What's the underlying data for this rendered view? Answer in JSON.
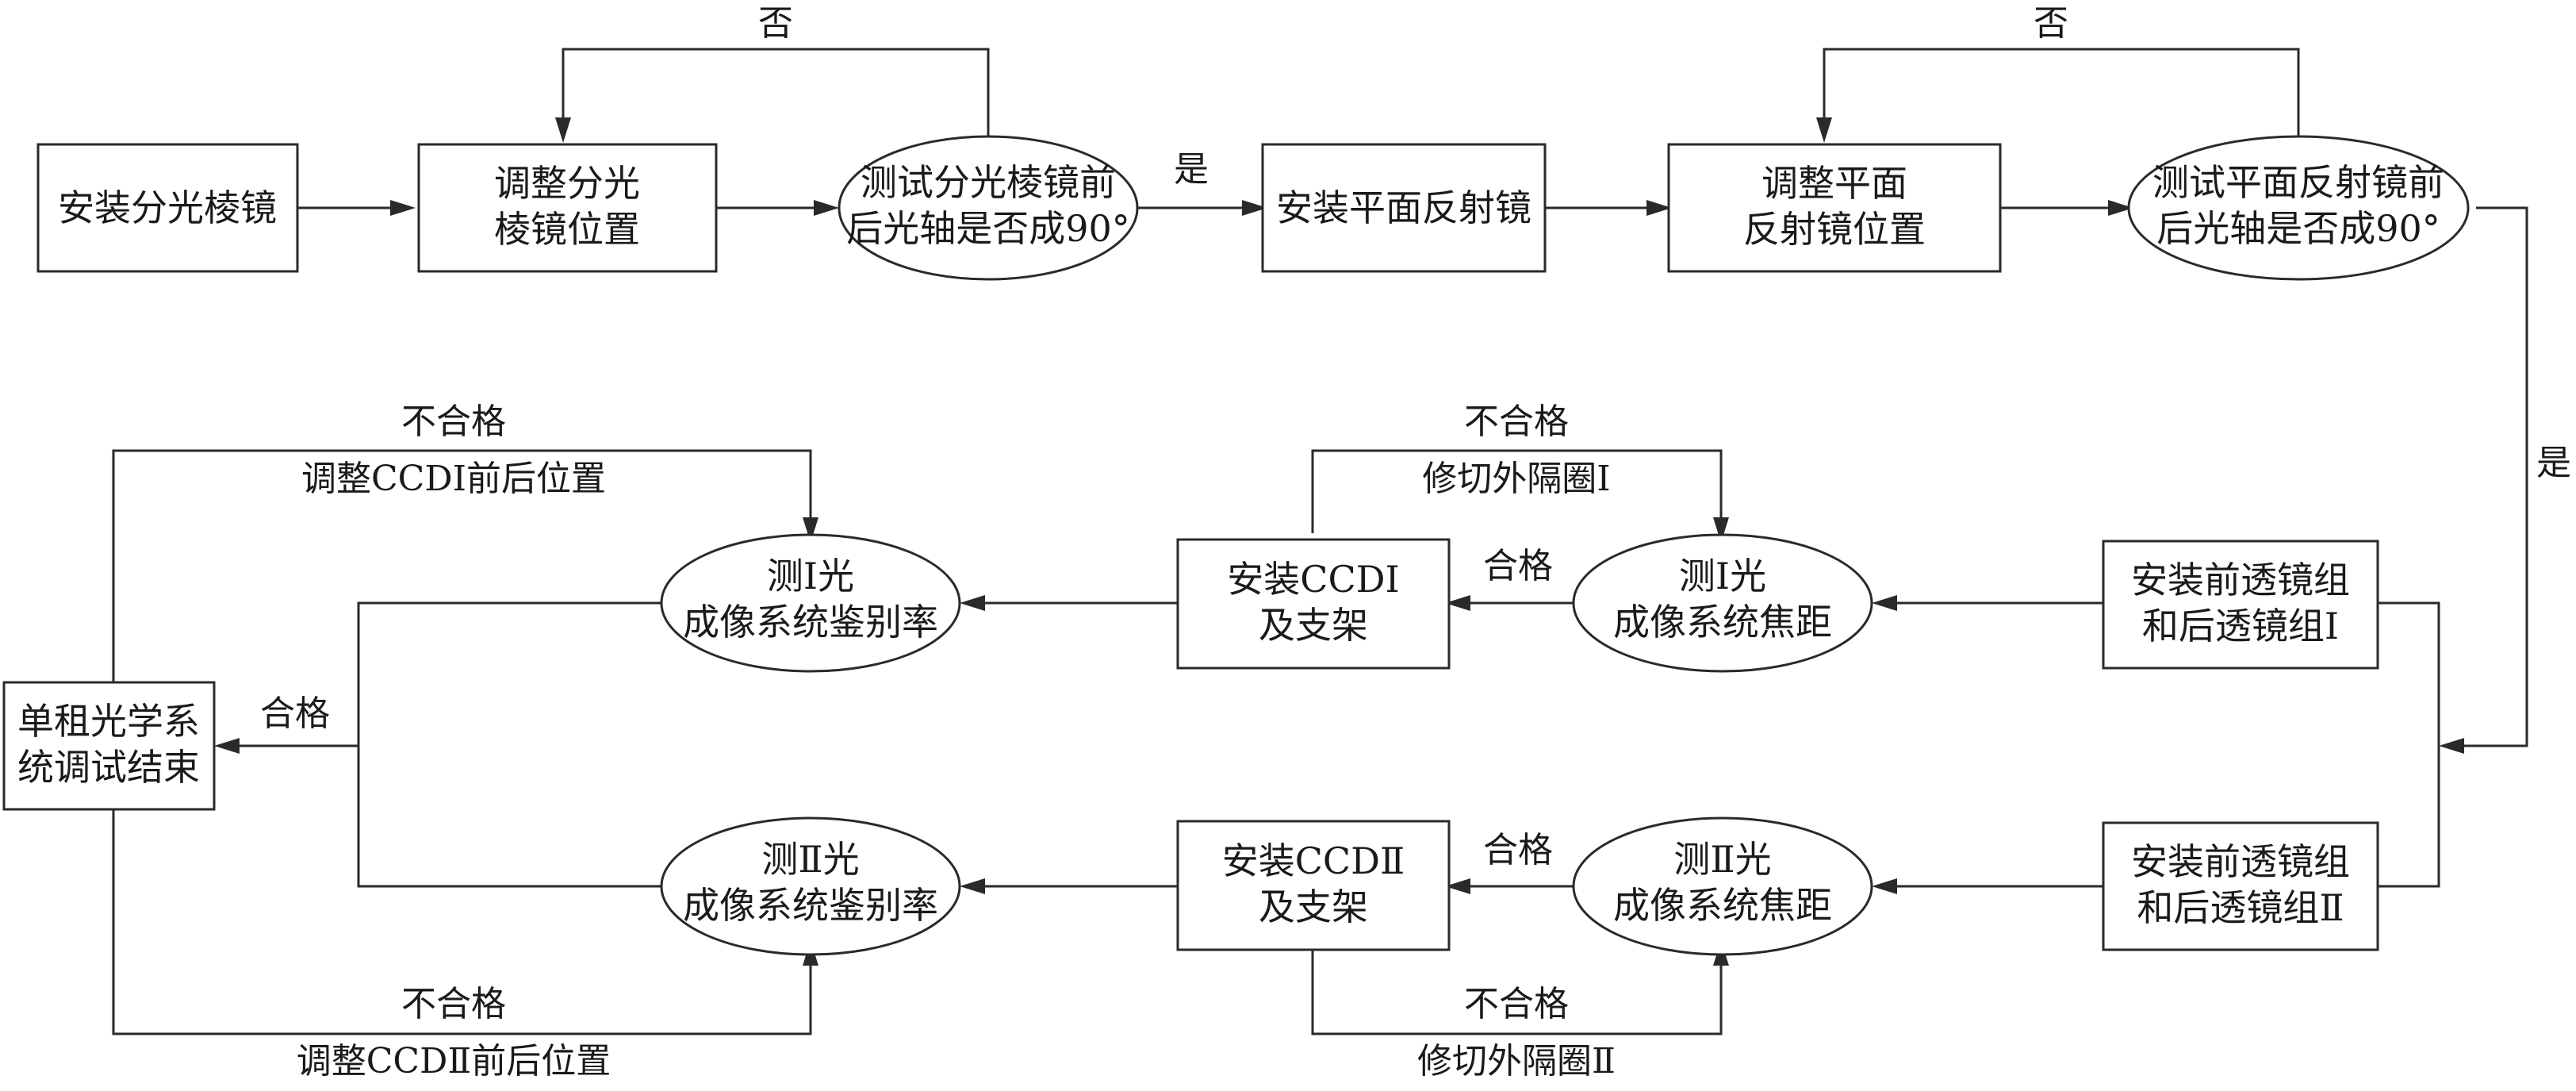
{
  "nodes": {
    "install_prism": "安装分光棱镜",
    "adjust_prism_1": "调整分光",
    "adjust_prism_2": "棱镜位置",
    "test_prism_1": "测试分光棱镜前",
    "test_prism_2": "后光轴是否成90°",
    "install_mirror": "安装平面反射镜",
    "adjust_mirror_1": "调整平面",
    "adjust_mirror_2": "反射镜位置",
    "test_mirror_1": "测试平面反射镜前",
    "test_mirror_2": "后光轴是否成90°",
    "lens1_1": "安装前透镜组",
    "lens1_2": "和后透镜组Ⅰ",
    "lens2_1": "安装前透镜组",
    "lens2_2": "和后透镜组Ⅱ",
    "focal1_1": "测Ⅰ光",
    "focal1_2": "成像系统焦距",
    "focal2_1": "测Ⅱ光",
    "focal2_2": "成像系统焦距",
    "ccd1_1": "安装CCDⅠ",
    "ccd1_2": "及支架",
    "ccd2_1": "安装CCDⅡ",
    "ccd2_2": "及支架",
    "res1_1": "测Ⅰ光",
    "res1_2": "成像系统鉴别率",
    "res2_1": "测Ⅱ光",
    "res2_2": "成像系统鉴别率",
    "end_1": "单租光学系",
    "end_2": "统调试结束"
  },
  "labels": {
    "no_prism": "否",
    "yes_prism": "是",
    "no_mirror": "否",
    "yes_mirror": "是",
    "pass_focal1": "合格",
    "fail_focal1": "不合格",
    "trim_ring1": "修切外隔圈Ⅰ",
    "pass_focal2": "合格",
    "fail_focal2": "不合格",
    "trim_ring2": "修切外隔圈Ⅱ",
    "fail_res1": "不合格",
    "adjust_ccd1": "调整CCDⅠ前后位置",
    "fail_res2": "不合格",
    "adjust_ccd2": "调整CCDⅡ前后位置",
    "pass_end": "合格"
  }
}
